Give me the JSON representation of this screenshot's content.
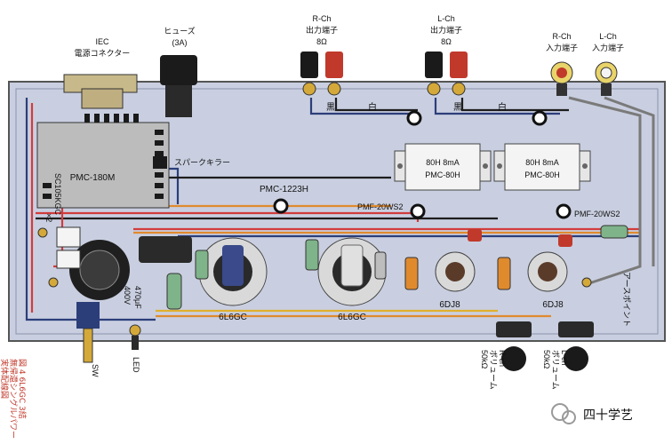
{
  "top_labels": {
    "iec": [
      "IEC",
      "電源コネクター"
    ],
    "fuse": [
      "ヒューズ",
      "(3A)"
    ],
    "r_out": [
      "R-Ch",
      "出力端子",
      "8Ω"
    ],
    "l_out": [
      "L-Ch",
      "出力端子",
      "8Ω"
    ],
    "r_in": [
      "R-Ch",
      "入力端子"
    ],
    "l_in": [
      "L-Ch",
      "入力端子"
    ]
  },
  "wire_labels": {
    "black1": "黒",
    "white1": "白",
    "black2": "黒",
    "white2": "白"
  },
  "power_transformer": {
    "model": "PMC-180M",
    "side_label": "SC105KGC"
  },
  "spark_killer": "スパークキラー",
  "choke": "PMC-1223H",
  "output_transformers": {
    "left": {
      "rating": "80H 8mA",
      "model": "PMC-80H"
    },
    "right": {
      "rating": "80H 8mA",
      "model": "PMC-80H"
    }
  },
  "pmf_labels": {
    "left": "PMF-20WS2",
    "right": "PMF-20WS2"
  },
  "tubes": {
    "left_power": "6L6GC",
    "right_power": "6L6GC",
    "left_pre": "6DJ8",
    "right_pre": "6DJ8"
  },
  "cap_label": [
    "470μF",
    "400V"
  ],
  "x2_label": "×2",
  "earth_point": "アースポイント",
  "switch_label": "SW",
  "led_label": "LED",
  "volumes": {
    "r": [
      "R-ch",
      "ボリューム",
      "50kΩ"
    ],
    "l": [
      "L-ch",
      "ボリューム",
      "50kΩ"
    ]
  },
  "caption": [
    "図 4 6L6GC 3結",
    "無帰還シングルパワー",
    "実体配線図"
  ],
  "watermark": "四十学艺"
}
